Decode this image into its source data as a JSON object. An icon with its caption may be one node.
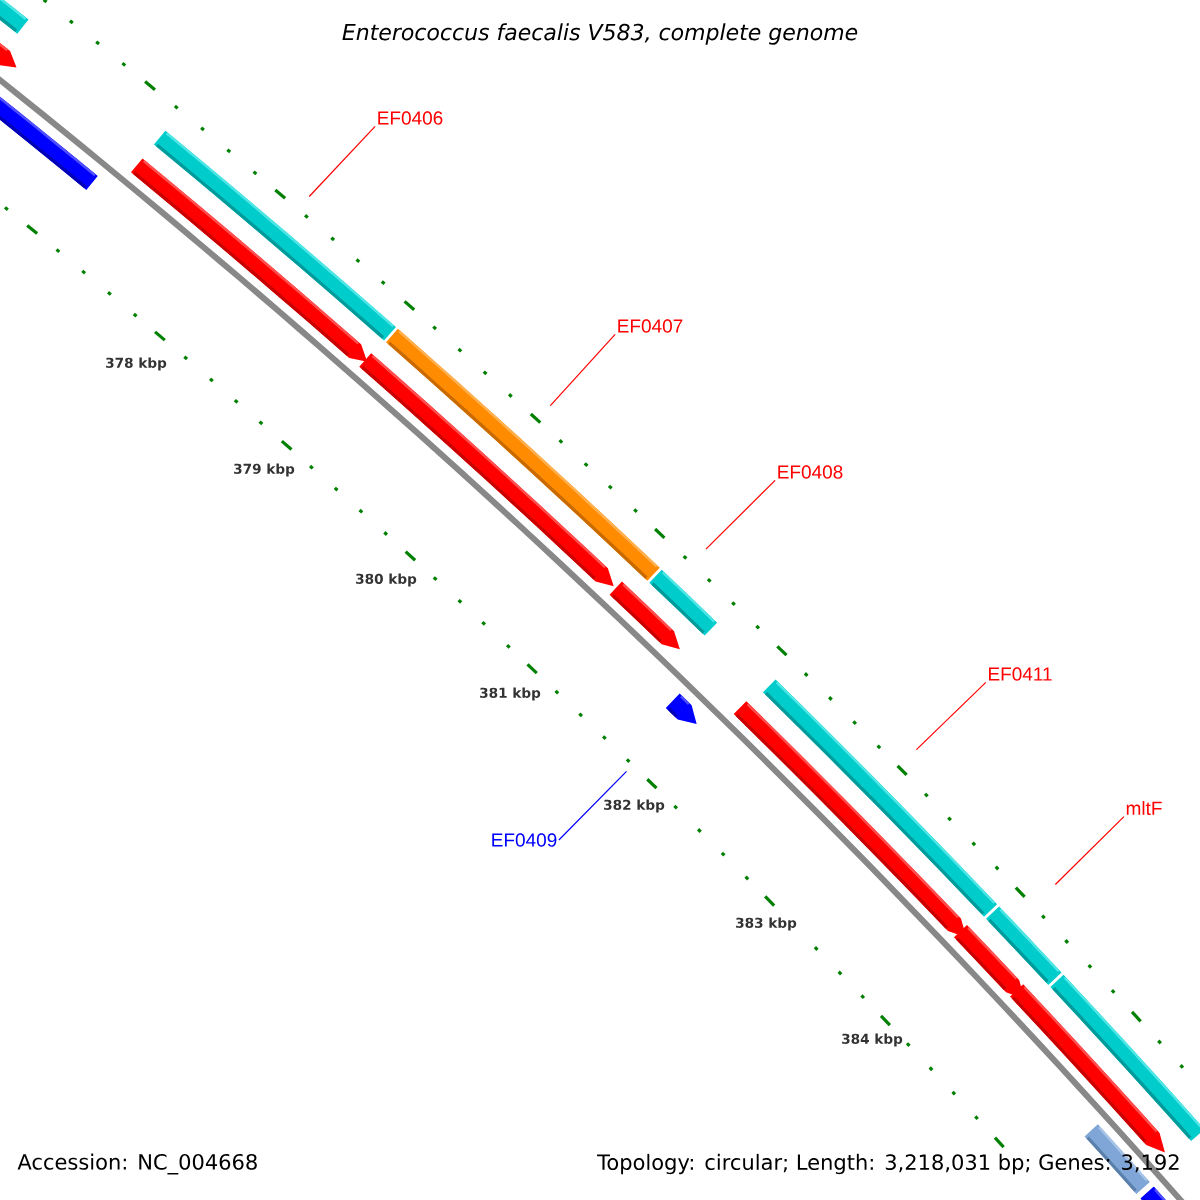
{
  "diagram": {
    "title": "Enterococcus faecalis V583, complete genome",
    "nodes": [
      {
        "text": [
          "EF0406"
        ]
      },
      {
        "text": [],
        "shape": "bar"
      },
      {
        "text": [
          "EF0407"
        ]
      },
      {
        "text": [],
        "shape": "bar"
      },
      {
        "text": [
          "EF0408"
        ]
      },
      {
        "text": [],
        "shape": "bar"
      },
      {
        "text": [
          "EF0411"
        ]
      },
      {
        "text": [],
        "shape": "bar"
      },
      {
        "text": [
          "mltF"
        ]
      },
      {
        "text": [],
        "shape": "bar"
      },
      {
        "text": [
          "EF0409"
        ]
      },
      {
        "text": [],
        "shape": "pentagon"
      },
      {
        "text": [],
        "shape": "bar"
      },
      {
        "text": [],
        "shape": "bar"
      },
      {
        "text": [],
        "shape": "bar"
      },
      {
        "text": [],
        "shape": "bar"
      },
      {
        "text": [],
        "shape": "bar"
      },
      {
        "text": [],
        "shape": "bar"
      },
      {
        "text": [],
        "shape": "bar"
      },
      {
        "text": [],
        "shape": "bar"
      },
      {
        "text": [],
        "shape": "bar"
      },
      {
        "text": [],
        "shape": "bar"
      },
      {
        "text": [],
        "shape": "bar"
      },
      {
        "text": [],
        "shape": "bar"
      }
    ],
    "edges": [
      {
        "from": 0,
        "to": 1,
        "arrow": "none"
      },
      {
        "from": 2,
        "to": 3,
        "arrow": "none"
      },
      {
        "from": 4,
        "to": 5,
        "arrow": "none"
      },
      {
        "from": 6,
        "to": 7,
        "arrow": "none"
      },
      {
        "from": 8,
        "to": 9,
        "arrow": "none"
      },
      {
        "from": 10,
        "to": 11,
        "arrow": "none",
        "color": "#0000ff"
      }
    ],
    "labels": [
      "378 kbp",
      "379 kbp",
      "380 kbp",
      "381 kbp",
      "382 kbp",
      "383 kbp",
      "384 kbp",
      "Accession: NC_004668",
      "Topology: circular; Length: 3,218,031 bp; Genes: 3,192"
    ]
  }
}
